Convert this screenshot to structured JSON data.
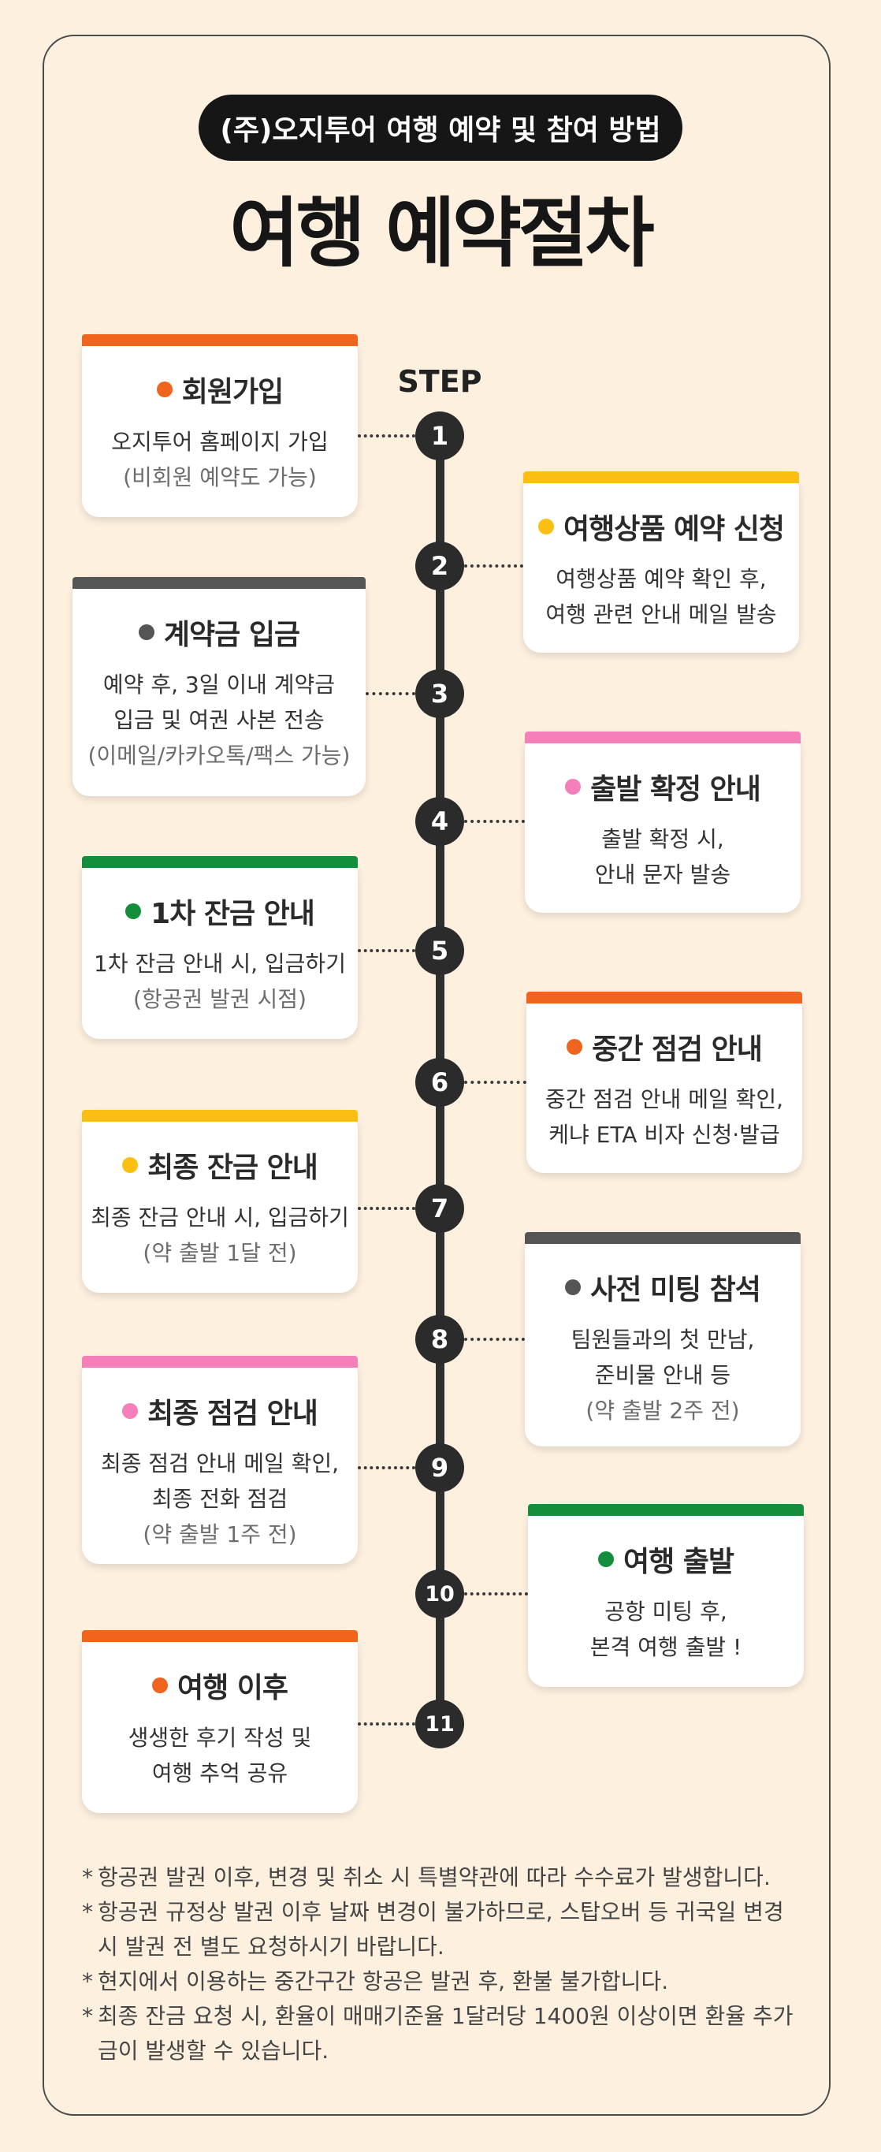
{
  "header": {
    "badge": "(주)오지투어 여행 예약 및 참여 방법",
    "title": "여행 예약절차",
    "step_label": "STEP"
  },
  "colors": {
    "orange": "#f0641e",
    "yellow": "#fbbf12",
    "gray": "#555555",
    "pink": "#f57fb9",
    "green": "#148d3c"
  },
  "steps": [
    {
      "num": "1",
      "color": "#f0641e",
      "title": "회원가입",
      "line1": "오지투어 홈페이지 가입",
      "line2": "",
      "note": "(비회원 예약도 가능)"
    },
    {
      "num": "2",
      "color": "#fbbf12",
      "title": "여행상품 예약 신청",
      "line1": "여행상품 예약 확인 후,",
      "line2": "여행 관련 안내 메일 발송",
      "note": ""
    },
    {
      "num": "3",
      "color": "#555555",
      "title": "계약금 입금",
      "line1": "예약 후, 3일 이내 계약금",
      "line2": "입금 및 여권 사본 전송",
      "note": "(이메일/카카오톡/팩스 가능)"
    },
    {
      "num": "4",
      "color": "#f57fb9",
      "title": "출발 확정 안내",
      "line1": "출발 확정 시,",
      "line2": "안내 문자 발송",
      "note": ""
    },
    {
      "num": "5",
      "color": "#148d3c",
      "title": "1차 잔금 안내",
      "line1": "1차 잔금 안내 시, 입금하기",
      "line2": "",
      "note": "(항공권 발권 시점)"
    },
    {
      "num": "6",
      "color": "#f0641e",
      "title": "중간 점검 안내",
      "line1": "중간 점검 안내 메일 확인,",
      "line2": "케냐 ETA 비자 신청·발급",
      "note": ""
    },
    {
      "num": "7",
      "color": "#fbbf12",
      "title": "최종 잔금 안내",
      "line1": "최종 잔금 안내 시, 입금하기",
      "line2": "",
      "note": "(약 출발 1달 전)"
    },
    {
      "num": "8",
      "color": "#555555",
      "title": "사전 미팅 참석",
      "line1": "팀원들과의 첫 만남,",
      "line2": "준비물 안내 등",
      "note": "(약 출발 2주 전)"
    },
    {
      "num": "9",
      "color": "#f57fb9",
      "title": "최종 점검 안내",
      "line1": "최종 점검 안내 메일 확인,",
      "line2": "최종 전화 점검",
      "note": "(약 출발 1주 전)"
    },
    {
      "num": "10",
      "color": "#148d3c",
      "title": "여행 출발",
      "line1": "공항 미팅 후,",
      "line2": "본격 여행 출발 !",
      "note": ""
    },
    {
      "num": "11",
      "color": "#f0641e",
      "title": "여행 이후",
      "line1": "생생한 후기 작성 및",
      "line2": "여행 추억 공유",
      "note": ""
    }
  ],
  "notes": [
    "항공권 발권 이후, 변경 및 취소 시 특별약관에 따라 수수료가 발생합니다.",
    "항공권 규정상 발권 이후 날짜 변경이 불가하므로, 스탑오버 등 귀국일 변경 시 발권 전 별도 요청하시기 바랍니다.",
    "현지에서 이용하는 중간구간 항공은 발권 후, 환불 불가합니다.",
    "최종 잔금 요청 시, 환율이 매매기준율 1달러당 1400원 이상이면 환율 추가금이 발생할 수 있습니다."
  ],
  "note_marker": "*"
}
